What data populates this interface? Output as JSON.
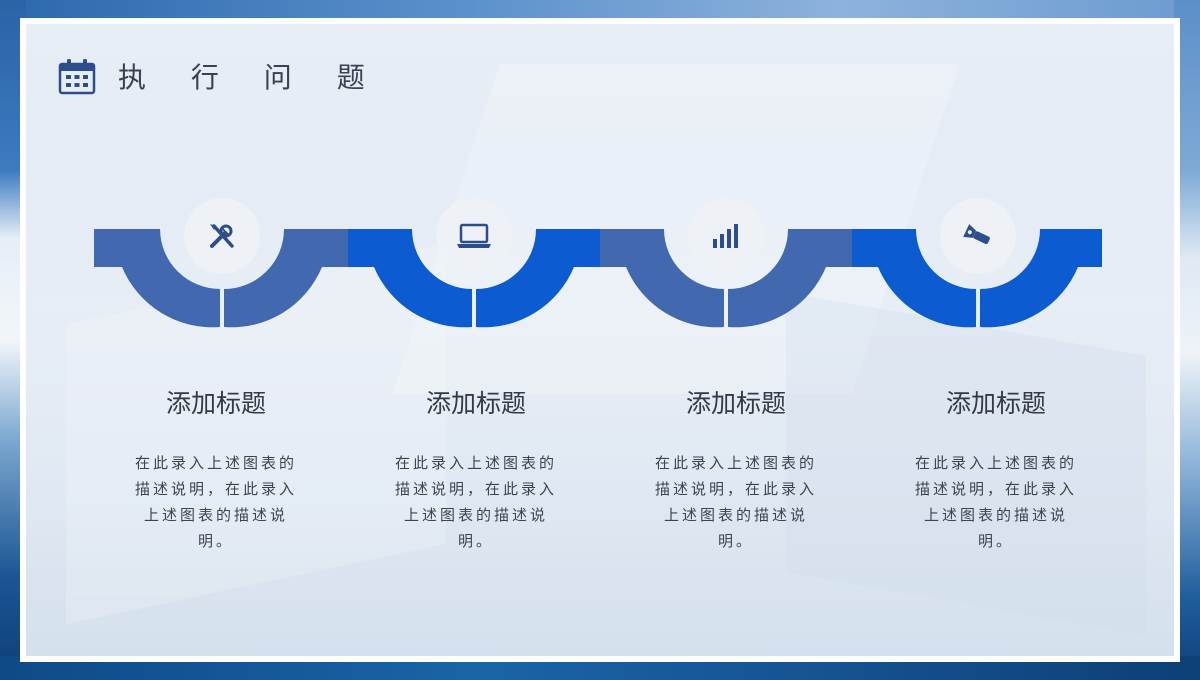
{
  "page": {
    "title": "执 行 问 题"
  },
  "colors": {
    "steel_blue": "#4269b0",
    "bright_blue": "#0c5bd0",
    "icon_color": "#2d4e8c"
  },
  "steps": [
    {
      "icon": "tools-icon",
      "title": "添加标题",
      "description": "在此录入上述图表的描述说明，在此录入上述图表的描述说明。"
    },
    {
      "icon": "laptop-icon",
      "title": "添加标题",
      "description": "在此录入上述图表的描述说明，在此录入上述图表的描述说明。"
    },
    {
      "icon": "bar-chart-icon",
      "title": "添加标题",
      "description": "在此录入上述图表的描述说明，在此录入上述图表的描述说明。"
    },
    {
      "icon": "flashlight-icon",
      "title": "添加标题",
      "description": "在此录入上述图表的描述说明，在此录入上述图表的描述说明。"
    }
  ]
}
